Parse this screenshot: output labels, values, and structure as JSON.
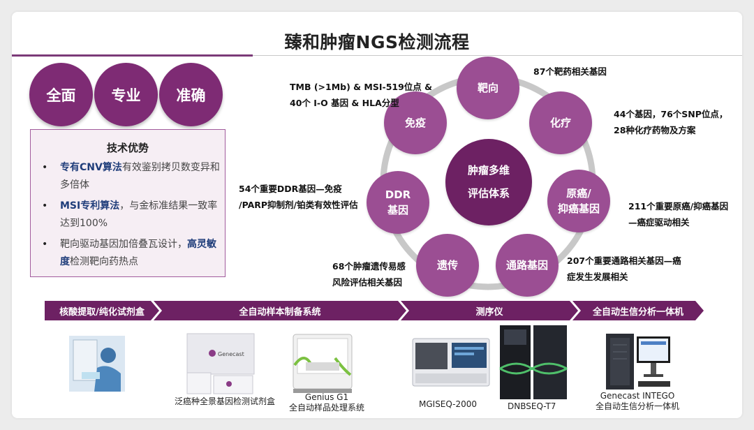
{
  "title": "臻和肿瘤NGS检测流程",
  "pills": [
    "全面",
    "专业",
    "准确"
  ],
  "advantages": {
    "heading": "技术优势",
    "items": [
      {
        "bold": "专有CNV算法",
        "text": "有效鉴别拷贝数变异和多倍体"
      },
      {
        "bold": "MSI专利算法",
        "text": "，与金标准结果一致率达到100%"
      },
      {
        "pre": "靶向驱动基因加倍叠瓦设计，",
        "bold": "高灵敏度",
        "text": "检测靶向药热点"
      }
    ]
  },
  "system": {
    "center": [
      "肿瘤多维",
      "评估体系"
    ],
    "nodes": {
      "target": "靶向",
      "chemo": "化疗",
      "onco": [
        "原癌/",
        "抑癌基因"
      ],
      "pathway": "通路基因",
      "hered": "遗传",
      "ddr": [
        "DDR",
        "基因"
      ],
      "immune": "免疫"
    },
    "notes": {
      "target": "87个靶药相关基因",
      "chemo": [
        "44个基因，76个SNP位点，",
        "28种化疗药物及方案"
      ],
      "onco": [
        "211个重要原癌/抑癌基因",
        "—癌症驱动相关"
      ],
      "pathway": [
        "207个重要通路相关基因—癌",
        "症发生发展相关"
      ],
      "hered": [
        "68个肿瘤遗传易感",
        "风险评估相关基因"
      ],
      "ddr": [
        "54个重要DDR基因—免疫",
        "/PARP抑制剂/铂类有效性评估"
      ],
      "immune": [
        "TMB (>1Mb) & MSI-519位点 &",
        "40个 I-O 基因 & HLA分型"
      ]
    }
  },
  "workflow": [
    "核酸提取/纯化试剂盒",
    "全自动样本制备系统",
    "测序仪",
    "全自动生信分析一体机"
  ],
  "products": {
    "kit": "泛癌种全景基因检测试剂盒",
    "brand": "Genecast",
    "g1": [
      "Genius G1",
      "全自动样品处理系统"
    ],
    "mgi": "MGISEQ-2000",
    "dnb": "DNBSEQ-T7",
    "intego": [
      "Genecast INTEGO",
      "全自动生信分析一体机"
    ]
  },
  "colors": {
    "brand": "#6d2163",
    "node": "#9b4e93",
    "ring": "#c8c8c8"
  }
}
